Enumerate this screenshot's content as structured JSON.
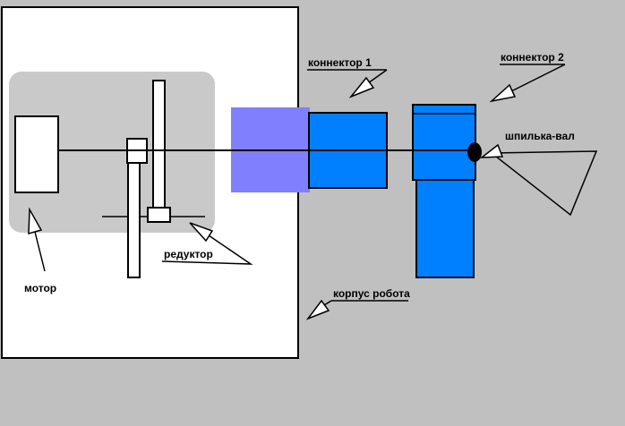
{
  "diagram": {
    "title": "robot motor drive assembly schematic",
    "labels": {
      "connector1": "коннектор 1",
      "connector2": "коннектор 2",
      "stud_shaft": "шпилька-вал",
      "reducer": "редуктор",
      "motor": "мотор",
      "robot_body": "корпус робота"
    },
    "colors": {
      "background": "#c0c0c0",
      "body_fill": "#ffffff",
      "panel_fill": "#c9c9c9",
      "purple_block": "#8080ff",
      "blue_block": "#0080ff",
      "line": "#000000"
    }
  }
}
